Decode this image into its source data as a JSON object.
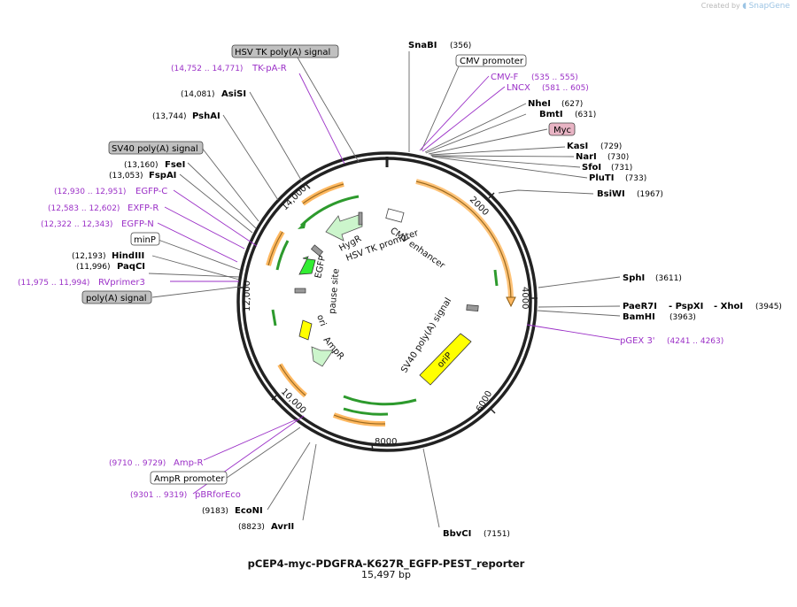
{
  "credit": {
    "prefix": "Created by",
    "brand": "SnapGene"
  },
  "map": {
    "name": "pCEP4-myc-PDGFRA-K627R_EGFP-PEST_reporter",
    "length": "15,497 bp"
  },
  "ticks": [
    "2000",
    "4000",
    "6000",
    "8000",
    "10,000",
    "12,000",
    "14,000"
  ],
  "sites": [
    {
      "name": "SnaBI",
      "pos": "(356)"
    },
    {
      "name": "NheI",
      "pos": "(627)"
    },
    {
      "name": "BmtI",
      "pos": "(631)"
    },
    {
      "name": "KasI",
      "pos": "(729)"
    },
    {
      "name": "NarI",
      "pos": "(730)"
    },
    {
      "name": "SfoI",
      "pos": "(731)"
    },
    {
      "name": "PluTI",
      "pos": "(733)"
    },
    {
      "name": "BsiWI",
      "pos": "(1967)"
    },
    {
      "name": "SphI",
      "pos": "(3611)"
    },
    {
      "name": "PaeR7I",
      "name2": "- PspXI",
      "name3": "- XhoI",
      "pos": "(3945)"
    },
    {
      "name": "BamHI",
      "pos": "(3963)"
    },
    {
      "name": "BbvCI",
      "pos": "(7151)"
    },
    {
      "name": "AvrII",
      "pos": "(8823)"
    },
    {
      "name": "EcoNI",
      "pos": "(9183)"
    },
    {
      "name": "PaqCI",
      "pos": "(11,996)"
    },
    {
      "name": "HindIII",
      "pos": "(12,193)"
    },
    {
      "name": "FspAI",
      "pos": "(13,053)"
    },
    {
      "name": "FseI",
      "pos": "(13,160)"
    },
    {
      "name": "PshAI",
      "pos": "(13,744)"
    },
    {
      "name": "AsiSI",
      "pos": "(14,081)"
    }
  ],
  "primers": [
    {
      "name": "CMV-F",
      "pos": "(535 .. 555)"
    },
    {
      "name": "LNCX",
      "pos": "(581 .. 605)"
    },
    {
      "name": "pGEX 3'",
      "pos": "(4241 .. 4263)"
    },
    {
      "name": "Amp-R",
      "pos": "(9710 .. 9729)"
    },
    {
      "name": "pBRforEco",
      "pos": "(9301 .. 9319)"
    },
    {
      "name": "RVprimer3",
      "pos": "(11,975 .. 11,994)"
    },
    {
      "name": "EGFP-N",
      "pos": "(12,322 .. 12,343)"
    },
    {
      "name": "EXFP-R",
      "pos": "(12,583 .. 12,602)"
    },
    {
      "name": "EGFP-C",
      "pos": "(12,930 .. 12,951)"
    },
    {
      "name": "TK-pA-R",
      "pos": "(14,752 .. 14,771)"
    }
  ],
  "boxes": [
    {
      "name": "CMV promoter"
    },
    {
      "name": "Myc"
    },
    {
      "name": "AmpR promoter"
    },
    {
      "name": "minP"
    },
    {
      "name": "poly(A) signal"
    },
    {
      "name": "SV40 poly(A) signal"
    },
    {
      "name": "HSV TK poly(A) signal"
    }
  ],
  "features": [
    {
      "name": "CMV enhancer"
    },
    {
      "name": "HygR"
    },
    {
      "name": "HSV TK promoter"
    },
    {
      "name": "EGFP"
    },
    {
      "name": "pause site"
    },
    {
      "name": "ori"
    },
    {
      "name": "AmpR"
    },
    {
      "name": "SV40 poly(A) signal"
    },
    {
      "name": "oriP"
    }
  ],
  "colors": {
    "backbone": "#222222",
    "enzyme": "#000000",
    "primer": "#9b30c7",
    "orf_orange": "#ffb860",
    "orf_green": "#2d9a2d",
    "yellow": "#ffff00",
    "egfp": "#33ee33",
    "light_green": "#ccf5cc",
    "myc_box": "#e8b4c4",
    "grey_box": "#c0c0c0"
  }
}
